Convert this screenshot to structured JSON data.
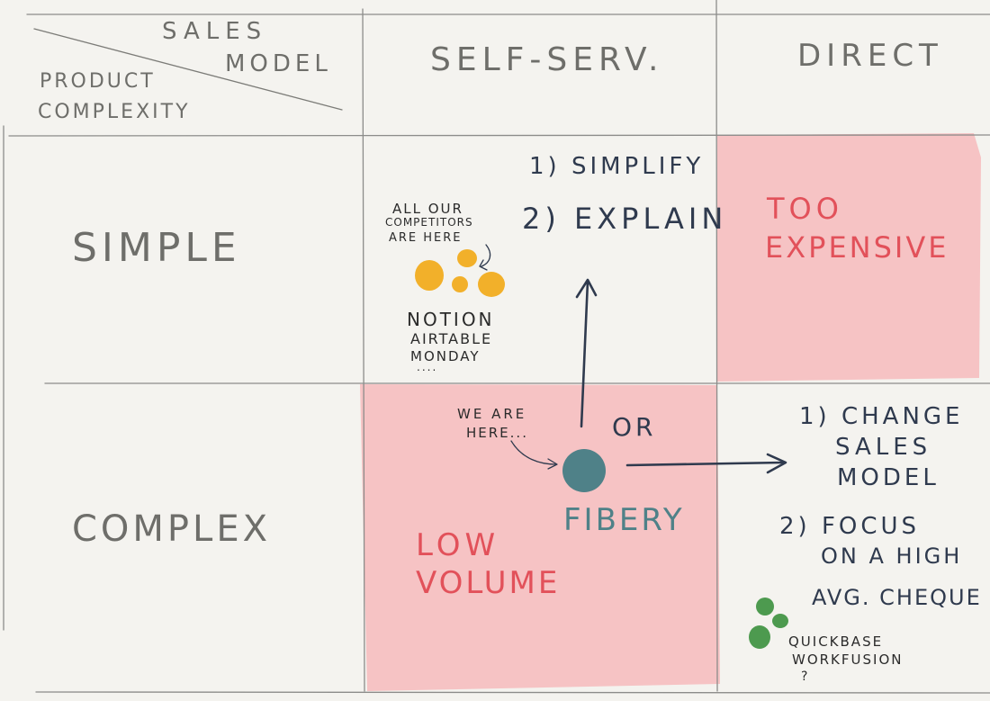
{
  "colors": {
    "background": "#f4f3ef",
    "grid_line": "#8c8c8a",
    "header_text": "#6e6e6a",
    "note_text": "#2f3a4e",
    "highlight_fill": "#f6c3c4",
    "highlight_text": "#e2515a",
    "competitor_dot": "#f2b02a",
    "fibery_dot": "#4f8188",
    "alt_competitor_dot": "#4d9a4f"
  },
  "header": {
    "corner_col_label_1": "SALES",
    "corner_col_label_2": "MODEL",
    "corner_row_label_1": "PRODUCT",
    "corner_row_label_2": "COMPLEXITY",
    "col_self_serve": "SELF-SERV.",
    "col_direct": "DIRECT"
  },
  "rows": {
    "simple": "SIMPLE",
    "complex": "COMPLEX"
  },
  "cells": {
    "simple_selfserve": {
      "step1": "1) SIMPLIFY",
      "step2": "2) EXPLAIN",
      "competitors_note_1": "ALL OUR",
      "competitors_note_2": "COMPETITORS",
      "competitors_note_3": "ARE HERE",
      "competitors": [
        "NOTION",
        "AIRTABLE",
        "MONDAY",
        "...."
      ]
    },
    "simple_direct": {
      "label_1": "TOO",
      "label_2": "EXPENSIVE"
    },
    "complex_selfserve": {
      "we_are_here_1": "WE ARE",
      "we_are_here_2": "HERE...",
      "or_label": "OR",
      "product_name": "FIBERY",
      "label_1": "LOW",
      "label_2": "VOLUME"
    },
    "complex_direct": {
      "step1_a": "1) CHANGE",
      "step1_b": "SALES",
      "step1_c": "MODEL",
      "step2_a": "2) FOCUS",
      "step2_b": "ON A HIGH",
      "step2_c": "AVG. CHEQUE",
      "alt_competitors_1": "QUICKBASE",
      "alt_competitors_2": "WORKFUSION",
      "alt_competitors_3": "?"
    }
  }
}
